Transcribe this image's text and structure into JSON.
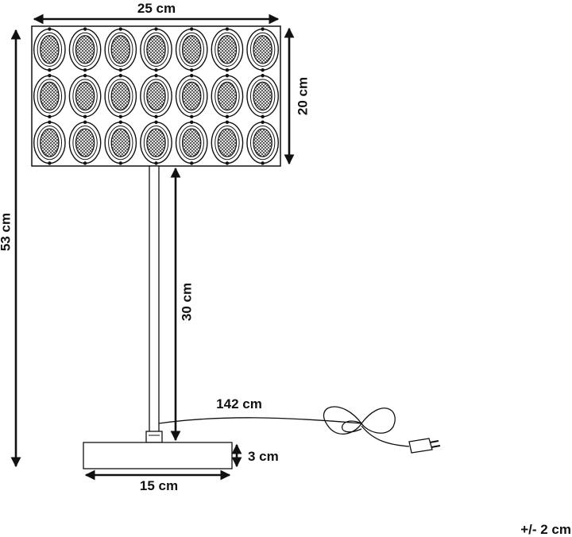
{
  "dimensions": {
    "shade_width": "25 cm",
    "shade_height": "20 cm",
    "total_height": "53 cm",
    "pole_height": "30 cm",
    "cable_length": "142 cm",
    "base_height": "3 cm",
    "base_width": "15 cm",
    "tolerance": "+/- 2 cm"
  },
  "shade_pattern": {
    "rows": 3,
    "columns": 7
  },
  "colors": {
    "line": "#111111",
    "background": "#ffffff"
  }
}
